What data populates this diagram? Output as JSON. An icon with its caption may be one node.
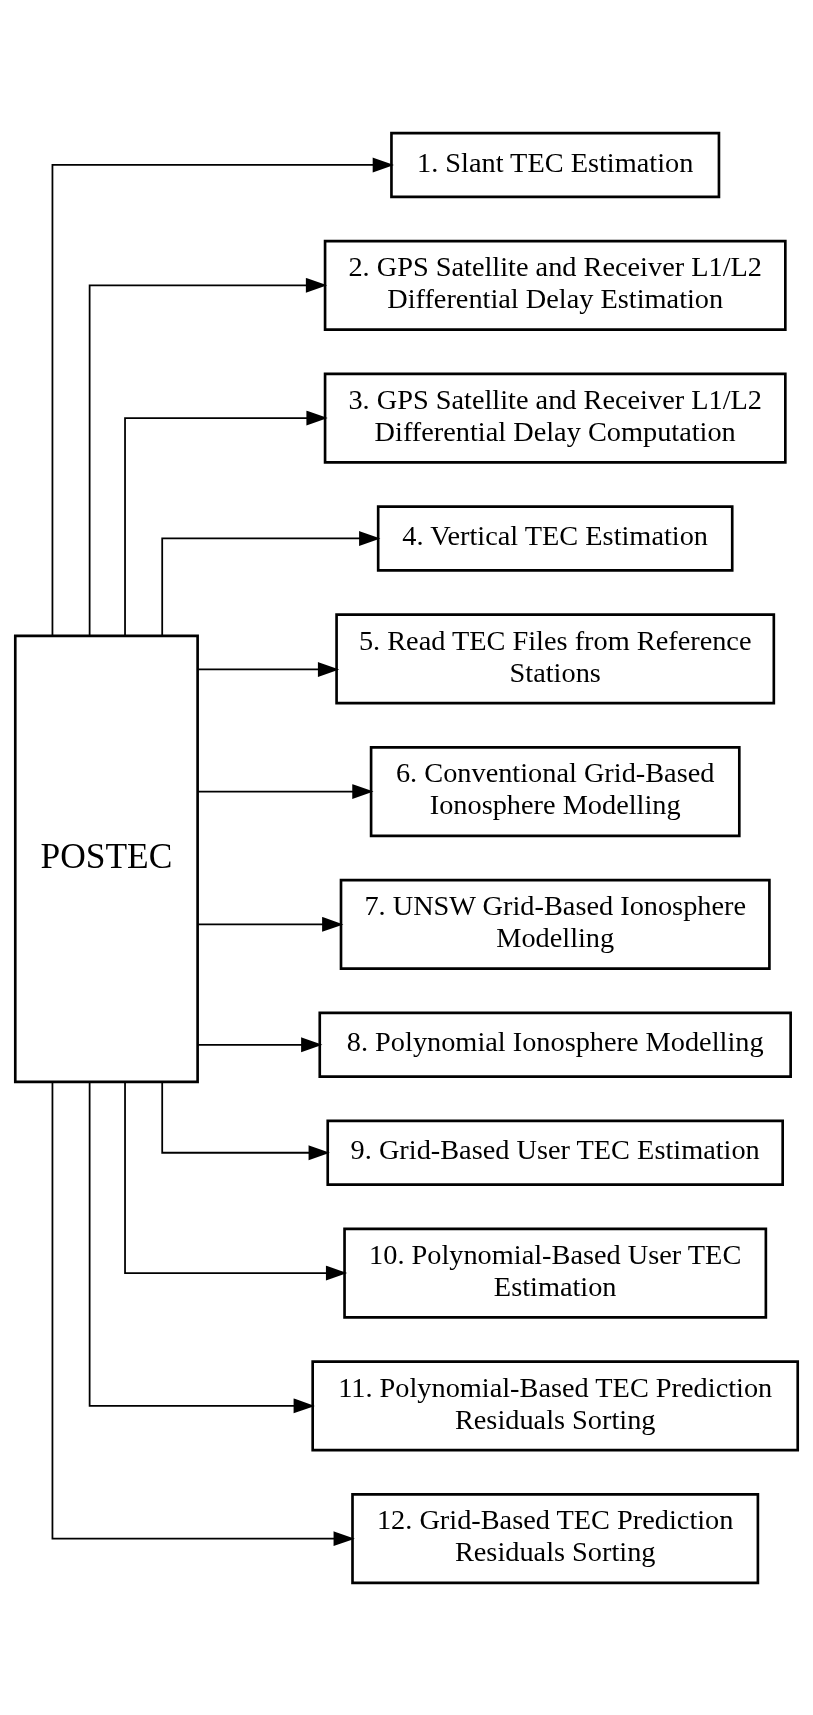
{
  "diagram": {
    "nodes": [
      {
        "text": [
          "POSTEC"
        ]
      },
      {
        "text": [
          "1. Slant TEC Estimation"
        ]
      },
      {
        "text": [
          "2. GPS Satellite and Receiver L1/L2 Differential Delay Estimation"
        ]
      },
      {
        "text": [
          "3. GPS Satellite and Receiver L1/L2 Differential Delay Computation"
        ]
      },
      {
        "text": [
          "4. Vertical TEC Estimation"
        ]
      },
      {
        "text": [
          "5. Read TEC Files from Reference Stations"
        ]
      },
      {
        "text": [
          "6. Conventional Grid-Based Ionosphere Modelling"
        ]
      },
      {
        "text": [
          "7. UNSW Grid-Based Ionosphere Modelling"
        ]
      },
      {
        "text": [
          "8. Polynomial Ionosphere Modelling"
        ]
      },
      {
        "text": [
          "9. Grid-Based User TEC Estimation"
        ]
      },
      {
        "text": [
          "10. Polynomial-Based User TEC Estimation"
        ]
      },
      {
        "text": [
          "11. Polynomial-Based TEC Prediction Residuals Sorting"
        ]
      },
      {
        "text": [
          "12. Grid-Based TEC Prediction Residuals Sorting"
        ]
      }
    ],
    "edges": [
      {
        "from": 0,
        "to": 1,
        "arrow": "to"
      },
      {
        "from": 0,
        "to": 2,
        "arrow": "to"
      },
      {
        "from": 0,
        "to": 3,
        "arrow": "to"
      },
      {
        "from": 0,
        "to": 4,
        "arrow": "to"
      },
      {
        "from": 0,
        "to": 5,
        "arrow": "to"
      },
      {
        "from": 0,
        "to": 6,
        "arrow": "to"
      },
      {
        "from": 0,
        "to": 7,
        "arrow": "to"
      },
      {
        "from": 0,
        "to": 8,
        "arrow": "to"
      },
      {
        "from": 0,
        "to": 9,
        "arrow": "to"
      },
      {
        "from": 0,
        "to": 10,
        "arrow": "to"
      },
      {
        "from": 0,
        "to": 11,
        "arrow": "to"
      },
      {
        "from": 0,
        "to": 12,
        "arrow": "to"
      }
    ]
  }
}
